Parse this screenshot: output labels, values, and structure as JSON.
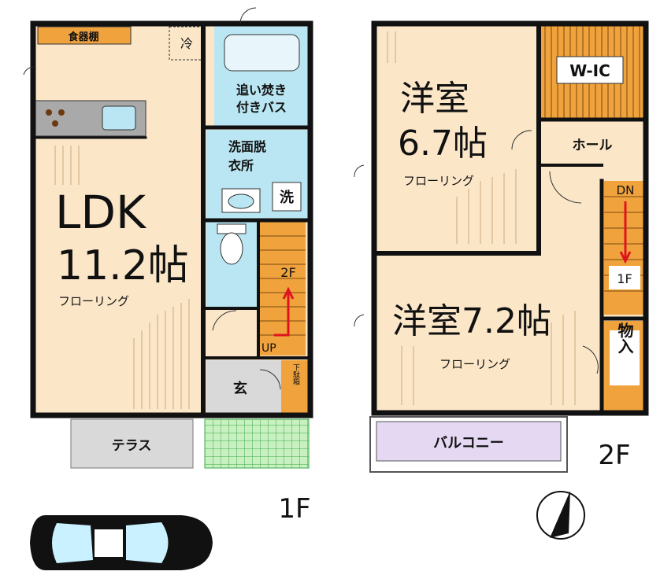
{
  "floor1": {
    "floor_label": "1F",
    "rooms": {
      "ldk_name": "LDK",
      "ldk_size": "11.2帖",
      "ldk_flooring": "フローリング",
      "cupboard": "食器棚",
      "fridge": "冷",
      "bath_line1": "追い焚き",
      "bath_line2": "付きバス",
      "washroom_line1": "洗面脱",
      "washroom_line2": "衣所",
      "washer": "洗",
      "stairs_mark": "2F",
      "stairs_up": "UP",
      "entrance": "玄",
      "shoe_box": "下駄箱",
      "terrace": "テラス"
    }
  },
  "floor2": {
    "floor_label": "2F",
    "rooms": {
      "room1_name": "洋室",
      "room1_size": "6.7帖",
      "room1_flooring": "フローリング",
      "walk_in_closet": "W-IC",
      "hall": "ホール",
      "stairs_down": "DN",
      "stairs_mark": "1F",
      "room2_name": "洋室7.2帖",
      "room2_flooring": "フローリング",
      "storage": "物入",
      "balcony": "バルコニー"
    }
  },
  "colors": {
    "wall": "#111111",
    "floor": "#fbe6c8",
    "wet_area": "#b9e6f2",
    "closet": "#f0a23c",
    "terrace": "#d9d9d9",
    "garden": "#c8f0c0",
    "balcony": "#e4d8f2",
    "arrow": "#e0141e"
  },
  "icons": [
    "car-icon",
    "compass-icon",
    "sink-icon",
    "bathtub-icon",
    "toilet-icon",
    "stove-icon"
  ]
}
